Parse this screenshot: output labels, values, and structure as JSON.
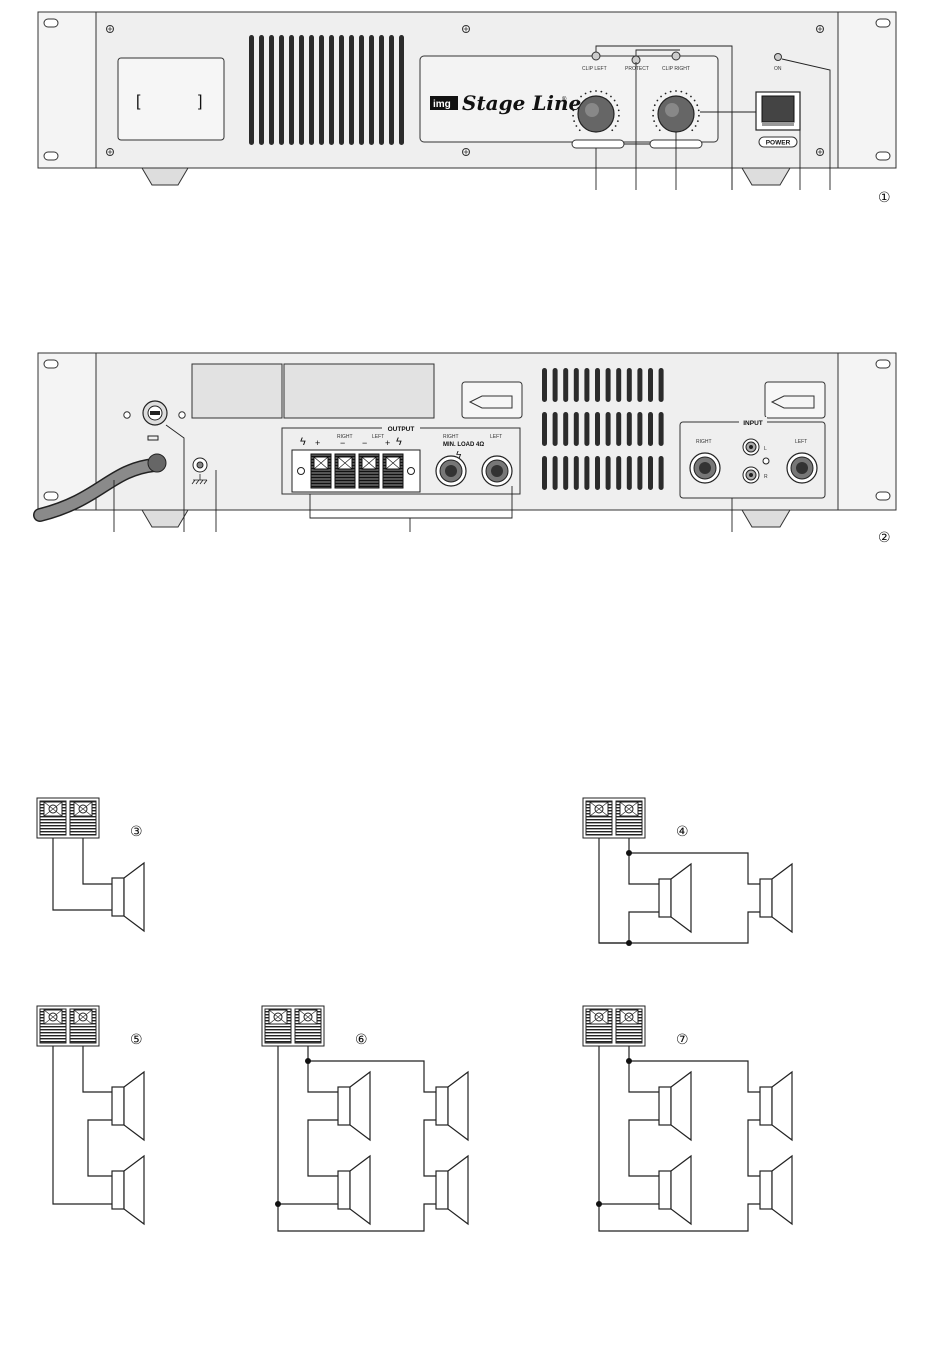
{
  "front_panel": {
    "figure_number": "①",
    "brand_logo_text": "img",
    "brand_text": "Stage Line",
    "brand_registered": "®",
    "display_bracket_left": "[",
    "display_bracket_right": "]",
    "led_clip_left_label": "CLIP LEFT",
    "led_protect_label": "PROTECT",
    "led_clip_right_label": "CLIP RIGHT",
    "led_on_label": "ON",
    "power_label": "POWER"
  },
  "rear_panel": {
    "figure_number": "②",
    "output_label": "OUTPUT",
    "output_right_label": "RIGHT",
    "output_left_label": "LEFT",
    "plus": "+",
    "minus": "−",
    "bolt": "ϟ",
    "jack_right_label": "RIGHT",
    "jack_left_label": "LEFT",
    "min_load_label": "MIN. LOAD 4Ω",
    "input_label": "INPUT",
    "input_right_label": "RIGHT",
    "input_left_label": "LEFT",
    "rca_l_label": "L",
    "rca_r_label": "R"
  },
  "wiring_diagrams": [
    {
      "id": "3",
      "figure_number": "③"
    },
    {
      "id": "4",
      "figure_number": "④"
    },
    {
      "id": "5",
      "figure_number": "⑤"
    },
    {
      "id": "6",
      "figure_number": "⑥"
    },
    {
      "id": "7",
      "figure_number": "⑦"
    }
  ]
}
